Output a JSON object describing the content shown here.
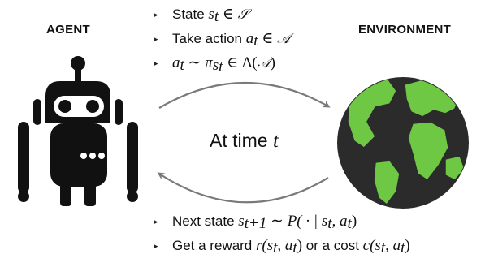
{
  "agent": {
    "title": "AGENT",
    "icon": "robot-icon"
  },
  "environment": {
    "title": "ENVIRONMENT",
    "icon": "globe-icon"
  },
  "center_label": {
    "text": "At time ",
    "var": "t"
  },
  "top_items": {
    "state": {
      "label": "State ",
      "var": "s",
      "sub": "t",
      "rel": " ∈ ",
      "set": "𝒮"
    },
    "action": {
      "label": "Take action ",
      "var": "a",
      "sub": "t",
      "rel": " ∈ ",
      "set": "𝒜"
    },
    "policy": {
      "var": "a",
      "sub": "t",
      "rel": " ∼ ",
      "pi": "π",
      "pi_sub": "s",
      "pi_subsub": "t",
      "rel2": " ∈ Δ(",
      "set": "𝒜",
      "close": ")"
    }
  },
  "bottom_items": {
    "next_state": {
      "label": "Next state ",
      "var": "s",
      "sub": "t+1",
      "expr": " ∼ P( · | s",
      "s_sub": "t",
      "comma": ", a",
      "a_sub": "t",
      "close": ")"
    },
    "reward": {
      "label1": "Get a reward ",
      "reward_expr": "r(s",
      "r_s_sub": "t",
      "r_comma": ", a",
      "r_a_sub": "t",
      "r_close": ")",
      "label2": " or a cost ",
      "cost_expr": "c(s",
      "c_s_sub": "t",
      "c_comma": ", a",
      "c_a_sub": "t",
      "c_close": ")"
    }
  },
  "colors": {
    "ink": "#111111",
    "arrow": "#7a7a7a",
    "land": "#6ec843",
    "ocean": "#2b2b2b"
  }
}
